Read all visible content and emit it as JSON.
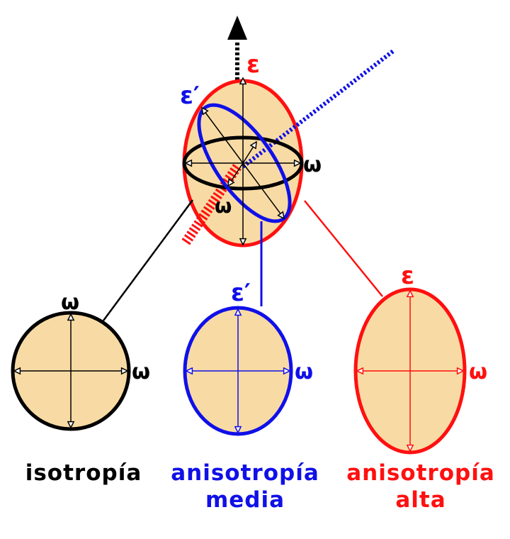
{
  "colors": {
    "fill": "#f8dba4",
    "isotropic": "#000000",
    "medium": "#1010e8",
    "high": "#ff1010"
  },
  "labels": {
    "epsilon_top": "ε",
    "epsilon_prime_top": "ε′",
    "omega_right_top": "ω",
    "omega_center_top": "ω",
    "omega_iso_top": "ω",
    "omega_iso_right": "ω",
    "epsilon_prime_medium": "ε′",
    "omega_medium_right": "ω",
    "epsilon_high": "ε",
    "omega_high_right": "ω"
  },
  "captions": {
    "isotropy": "isotropía",
    "medium_line1": "anisotropía",
    "medium_line2": "media",
    "high_line1": "anisotropía",
    "high_line2": "alta"
  }
}
